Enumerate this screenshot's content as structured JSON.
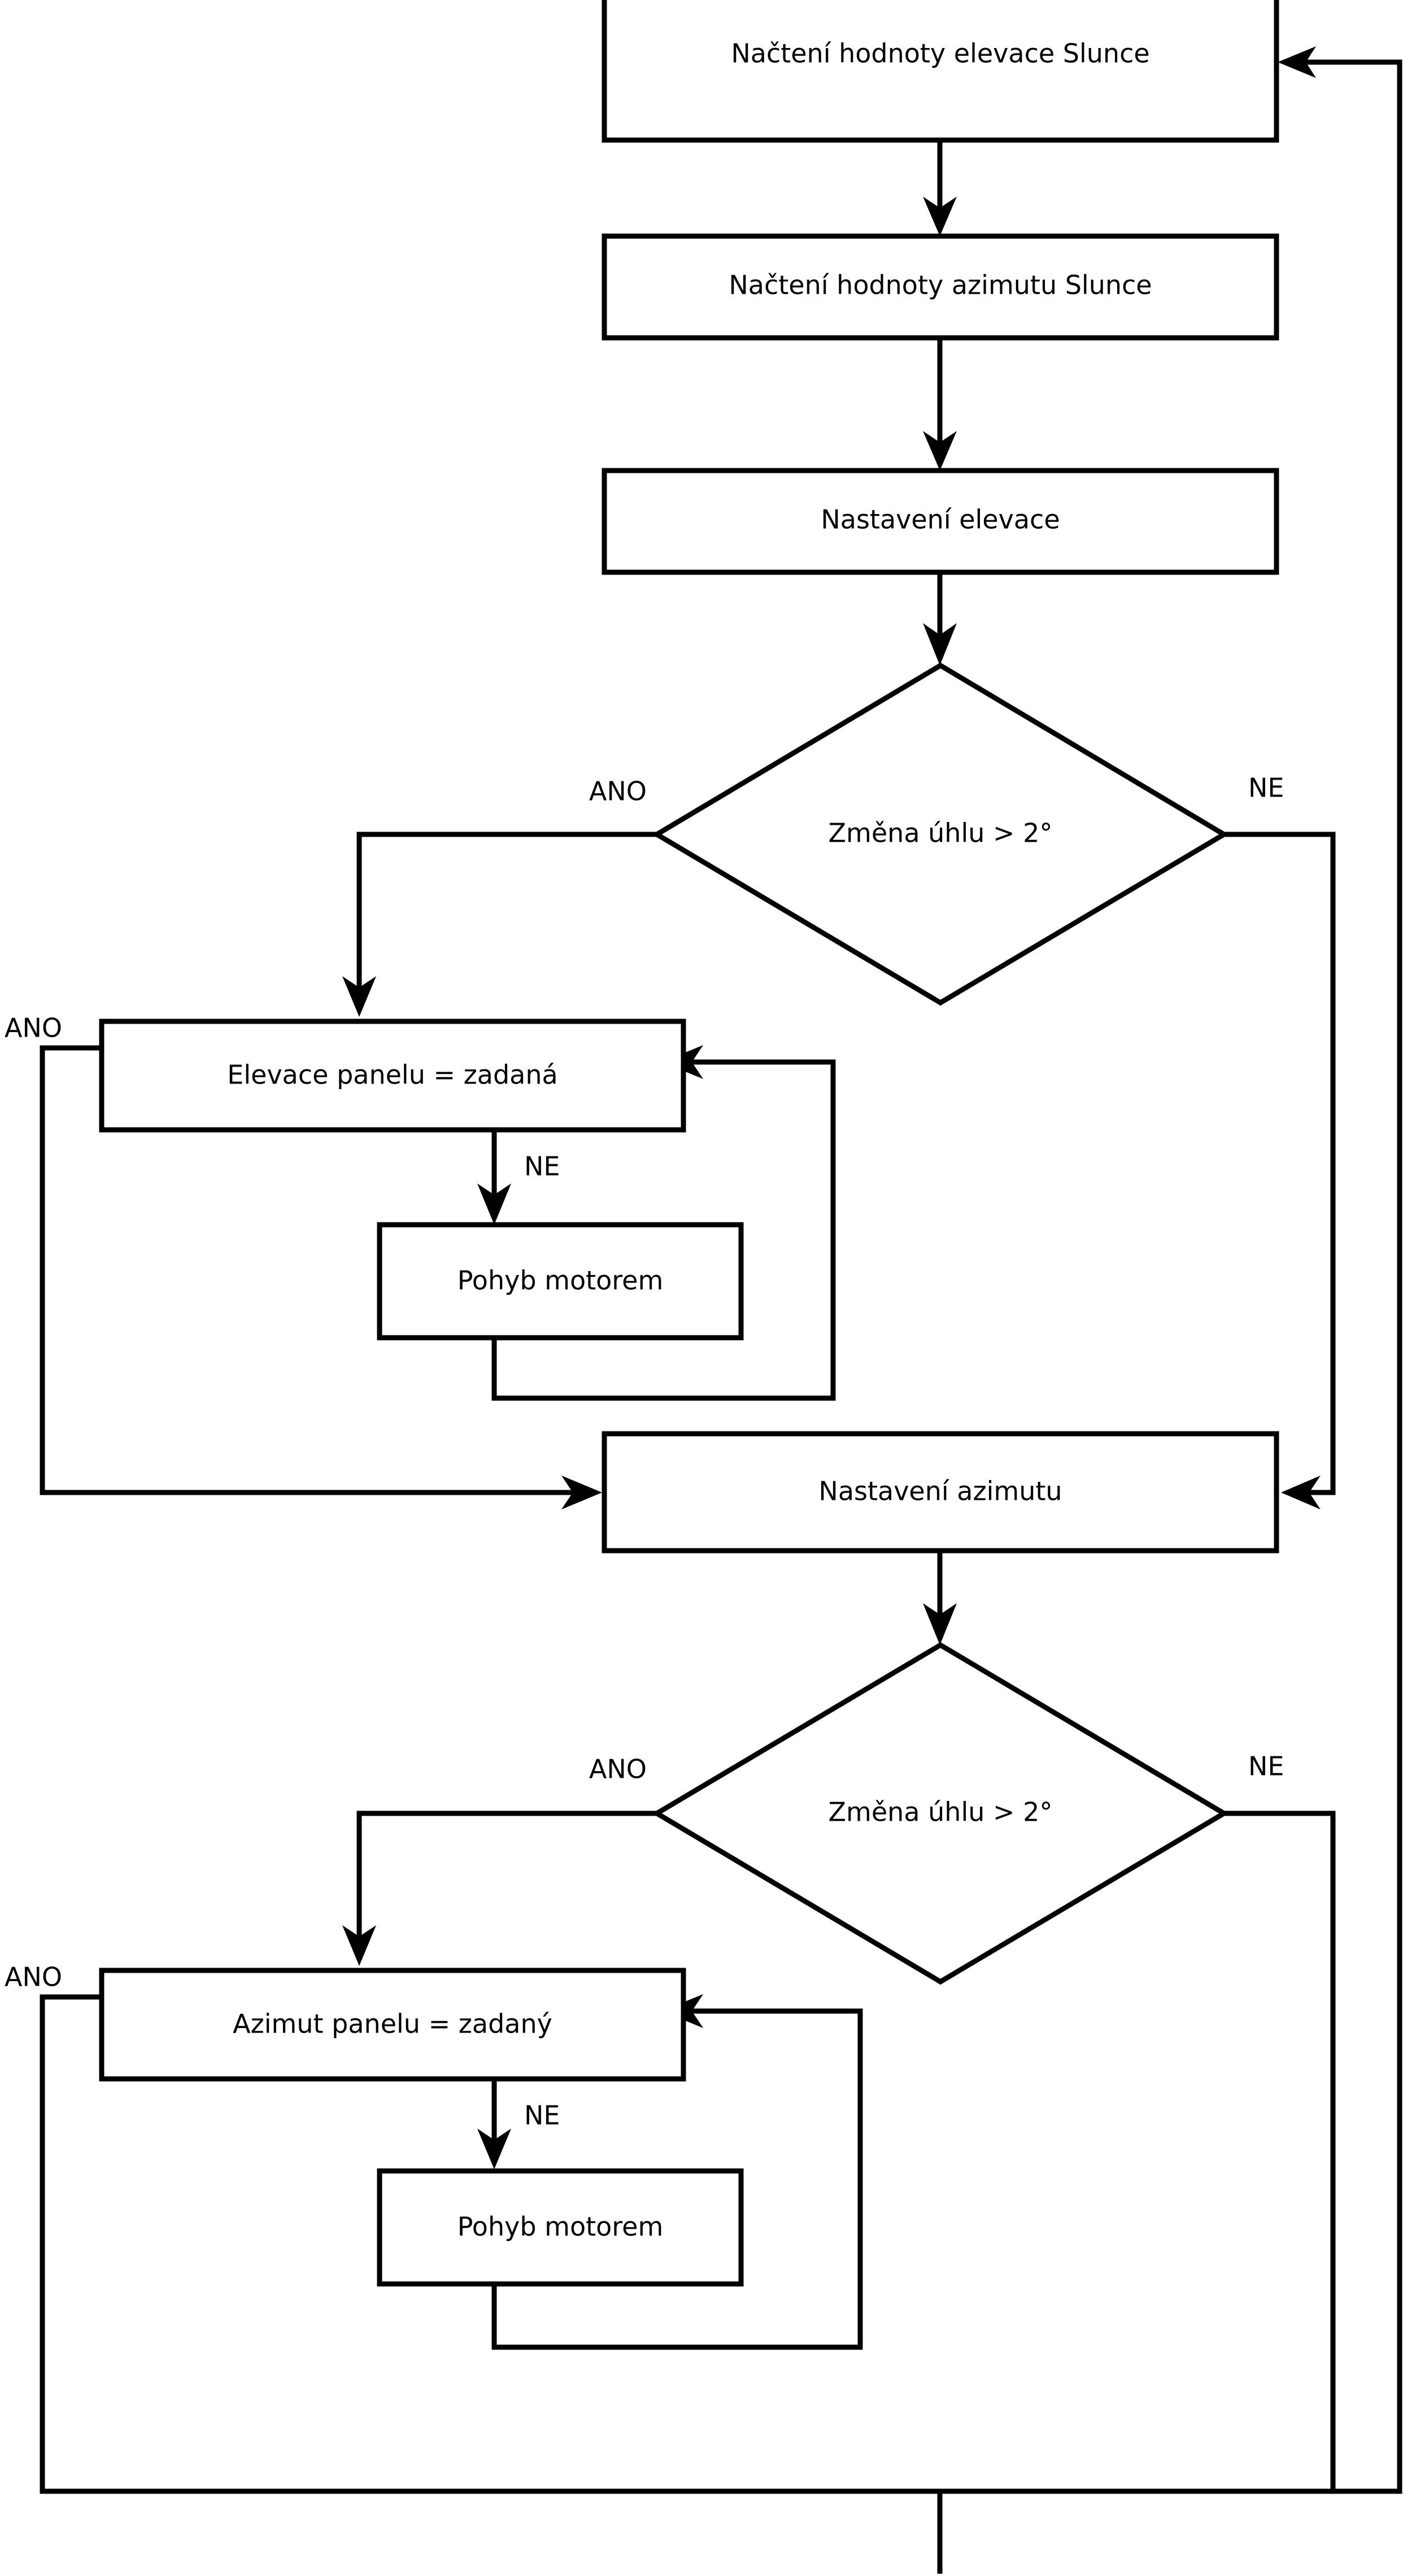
{
  "diagram": {
    "type": "flowchart",
    "language": "cs",
    "title": "Solar tracker control flowchart",
    "background_color": "#ffffff",
    "line_color": "#000000",
    "node_fill": "#ffffff"
  },
  "nodes": {
    "read_elevation": {
      "label": "Načtení hodnoty elevace Slunce",
      "shape": "process"
    },
    "read_azimuth": {
      "label": "Načtení hodnoty azimutu Slunce",
      "shape": "process"
    },
    "set_elevation": {
      "label": "Nastavení elevace",
      "shape": "process"
    },
    "decision_elevation": {
      "label": "Změna úhlu > 2°",
      "shape": "decision"
    },
    "panel_elevation_check": {
      "label": "Elevace panelu = zadaná",
      "shape": "process"
    },
    "motor_move_elevation": {
      "label": "Pohyb motorem",
      "shape": "process"
    },
    "set_azimuth": {
      "label": "Nastavení azimutu",
      "shape": "process"
    },
    "decision_azimuth": {
      "label": "Změna úhlu > 2°",
      "shape": "decision"
    },
    "panel_azimuth_check": {
      "label": "Azimut panelu = zadaný",
      "shape": "process"
    },
    "motor_move_azimuth": {
      "label": "Pohyb motorem",
      "shape": "process"
    }
  },
  "edge_labels": {
    "elev_decision_yes": "ANO",
    "elev_decision_no": "NE",
    "elev_panel_yes": "ANO",
    "elev_panel_no": "NE",
    "azim_decision_yes": "ANO",
    "azim_decision_no": "NE",
    "azim_panel_yes": "ANO",
    "azim_panel_no": "NE"
  }
}
